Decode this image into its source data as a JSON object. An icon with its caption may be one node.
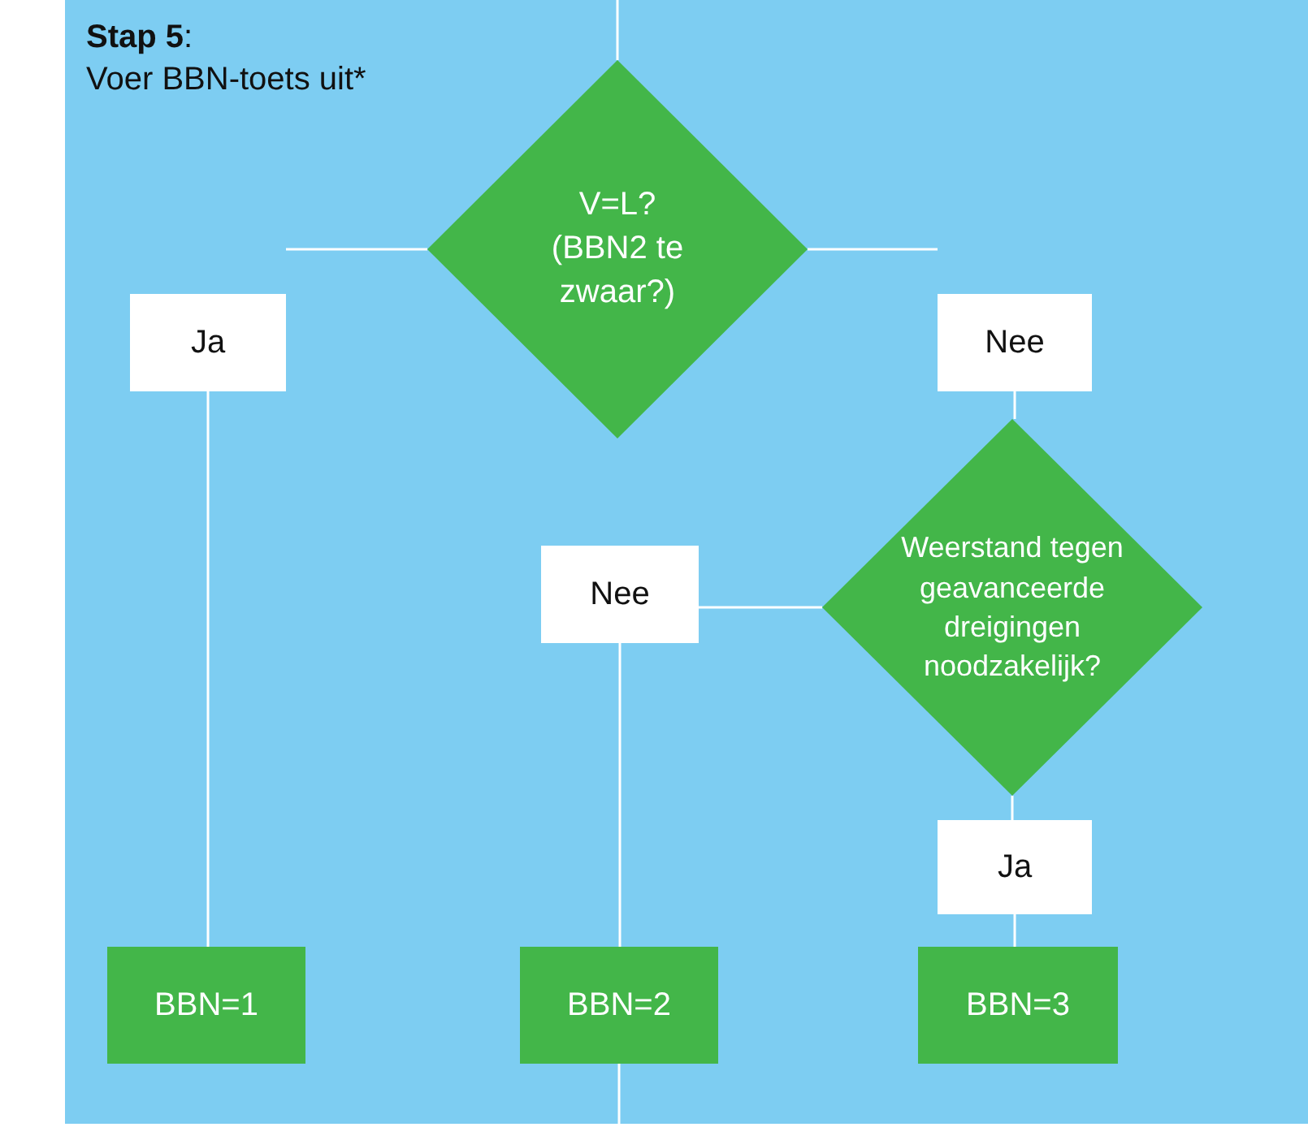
{
  "diagram": {
    "title": "**Stap 5**:",
    "labels": [
      "Voer BBN-toets uit*"
    ],
    "nodes": [
      {
        "text": [
          "V=L? (BBN2 te zwaar?)"
        ]
      },
      {
        "text": [
          "Ja"
        ]
      },
      {
        "text": [
          "Nee"
        ]
      },
      {
        "text": [
          "Weerstand tegen geavanceerde dreigingen noodzakelijk?"
        ]
      },
      {
        "text": [
          "Nee"
        ]
      },
      {
        "text": [
          "Ja"
        ]
      },
      {
        "text": [
          "BBN=1"
        ]
      },
      {
        "text": [
          "BBN=2"
        ]
      },
      {
        "text": [
          "BBN=3"
        ]
      }
    ],
    "edges": [
      {
        "from": null,
        "to": 0,
        "arrow": "none"
      },
      {
        "from": 0,
        "to": 1,
        "arrow": "none"
      },
      {
        "from": 0,
        "to": 2,
        "arrow": "none"
      },
      {
        "from": 2,
        "to": 3,
        "arrow": "none"
      },
      {
        "from": 3,
        "to": 4,
        "arrow": "none"
      },
      {
        "from": 3,
        "to": 5,
        "arrow": "none"
      },
      {
        "from": 1,
        "to": 6,
        "arrow": "none"
      },
      {
        "from": 4,
        "to": 7,
        "arrow": "none"
      },
      {
        "from": 5,
        "to": 8,
        "arrow": "none"
      },
      {
        "from": 7,
        "to": null,
        "arrow": "none"
      }
    ]
  }
}
